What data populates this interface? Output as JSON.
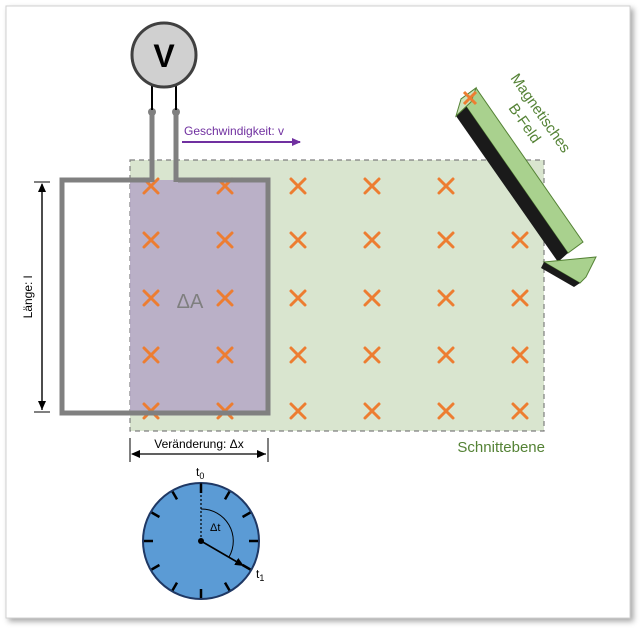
{
  "voltmeter": {
    "symbol": "V"
  },
  "velocity": {
    "label": "Geschwindigkeit: v",
    "color": "#7030a0"
  },
  "length": {
    "label": "Länge: l"
  },
  "area": {
    "label": "ΔA"
  },
  "displacement": {
    "label": "Veränderung: Δx"
  },
  "field": {
    "label_line1": "Magnetisches",
    "label_line2": "B-Feld",
    "color": "#548235"
  },
  "plane": {
    "label": "Schnittebene",
    "fill": "#d9e5cf"
  },
  "clock": {
    "t0_base": "t",
    "t0_sub": "0",
    "t1_base": "t",
    "t1_sub": "1",
    "dt_label": "Δt",
    "face_color": "#5b9bd5"
  },
  "colors": {
    "cross": "#ed7d31",
    "loop": "#808080",
    "loop_fill": "#b4a7c6"
  },
  "grid": {
    "rows": 5,
    "cols": 6
  }
}
